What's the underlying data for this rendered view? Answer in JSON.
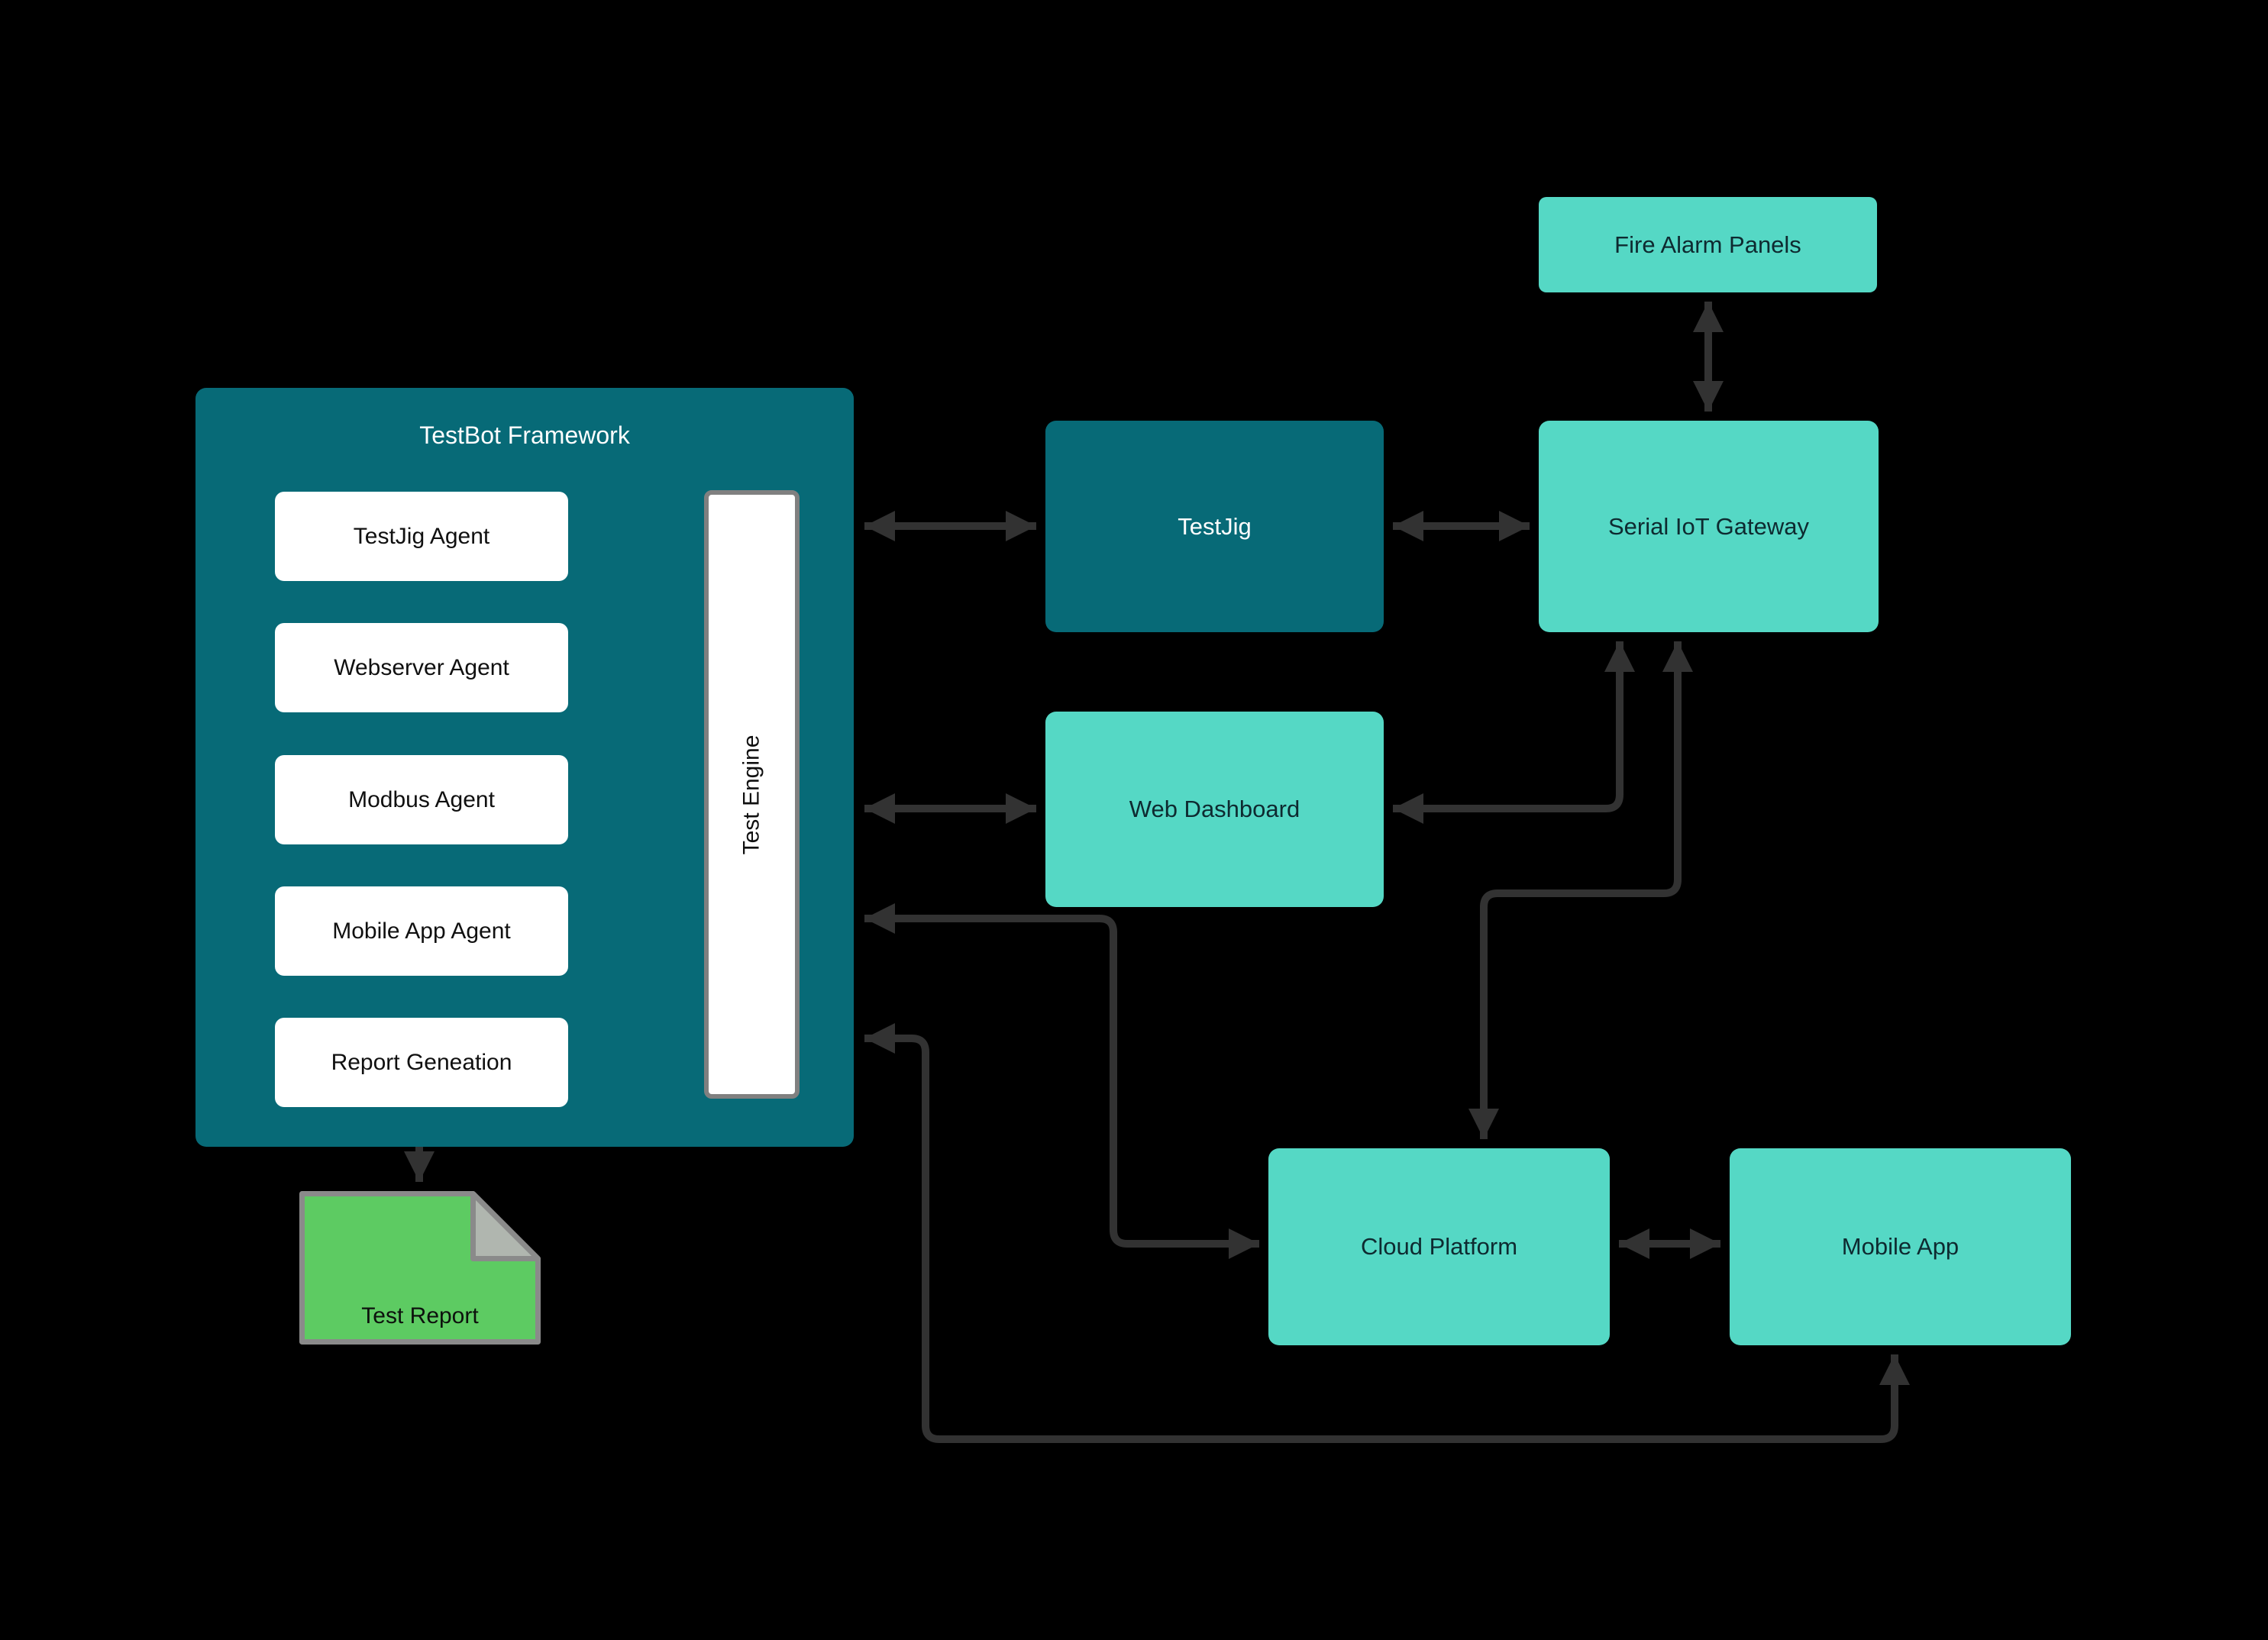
{
  "colors": {
    "background": "#000000",
    "dark_teal": "#076A77",
    "light_teal": "#55D8C5",
    "report_green": "#5DCB62",
    "arrow": "#323232",
    "box_white": "#FFFFFF",
    "border_gray": "#808080"
  },
  "framework": {
    "title": "TestBot Framework",
    "agents": [
      {
        "label": "TestJig Agent"
      },
      {
        "label": "Webserver Agent"
      },
      {
        "label": "Modbus Agent"
      },
      {
        "label": "Mobile App Agent"
      },
      {
        "label": "Report Geneation"
      }
    ],
    "engine_label": "Test Engine"
  },
  "nodes": {
    "testjig": "TestJig",
    "serial_iot_gateway": "Serial IoT Gateway",
    "fire_alarm_panels": "Fire Alarm Panels",
    "web_dashboard": "Web Dashboard",
    "cloud_platform": "Cloud Platform",
    "mobile_app": "Mobile App",
    "test_report": "Test Report"
  },
  "connections": [
    {
      "from": "TestJig Agent",
      "to": "Test Engine",
      "direction": "both"
    },
    {
      "from": "Webserver Agent",
      "to": "Test Engine",
      "direction": "both"
    },
    {
      "from": "Modbus Agent",
      "to": "Test Engine",
      "direction": "both"
    },
    {
      "from": "Mobile App Agent",
      "to": "Test Engine",
      "direction": "both"
    },
    {
      "from": "Test Engine",
      "to": "Report Geneation",
      "direction": "one-way"
    },
    {
      "from": "Report Geneation",
      "to": "Test Report",
      "direction": "one-way"
    },
    {
      "from": "Test Engine",
      "to": "TestJig",
      "direction": "both"
    },
    {
      "from": "TestJig",
      "to": "Serial IoT Gateway",
      "direction": "both"
    },
    {
      "from": "Fire Alarm Panels",
      "to": "Serial IoT Gateway",
      "direction": "both"
    },
    {
      "from": "Test Engine",
      "to": "Web Dashboard",
      "direction": "both"
    },
    {
      "from": "Web Dashboard",
      "to": "Serial IoT Gateway",
      "direction": "both"
    },
    {
      "from": "Serial IoT Gateway",
      "to": "Cloud Platform",
      "direction": "both"
    },
    {
      "from": "Test Engine",
      "to": "Cloud Platform",
      "direction": "both"
    },
    {
      "from": "Test Engine",
      "to": "Mobile App",
      "direction": "both"
    },
    {
      "from": "Cloud Platform",
      "to": "Mobile App",
      "direction": "both"
    }
  ]
}
